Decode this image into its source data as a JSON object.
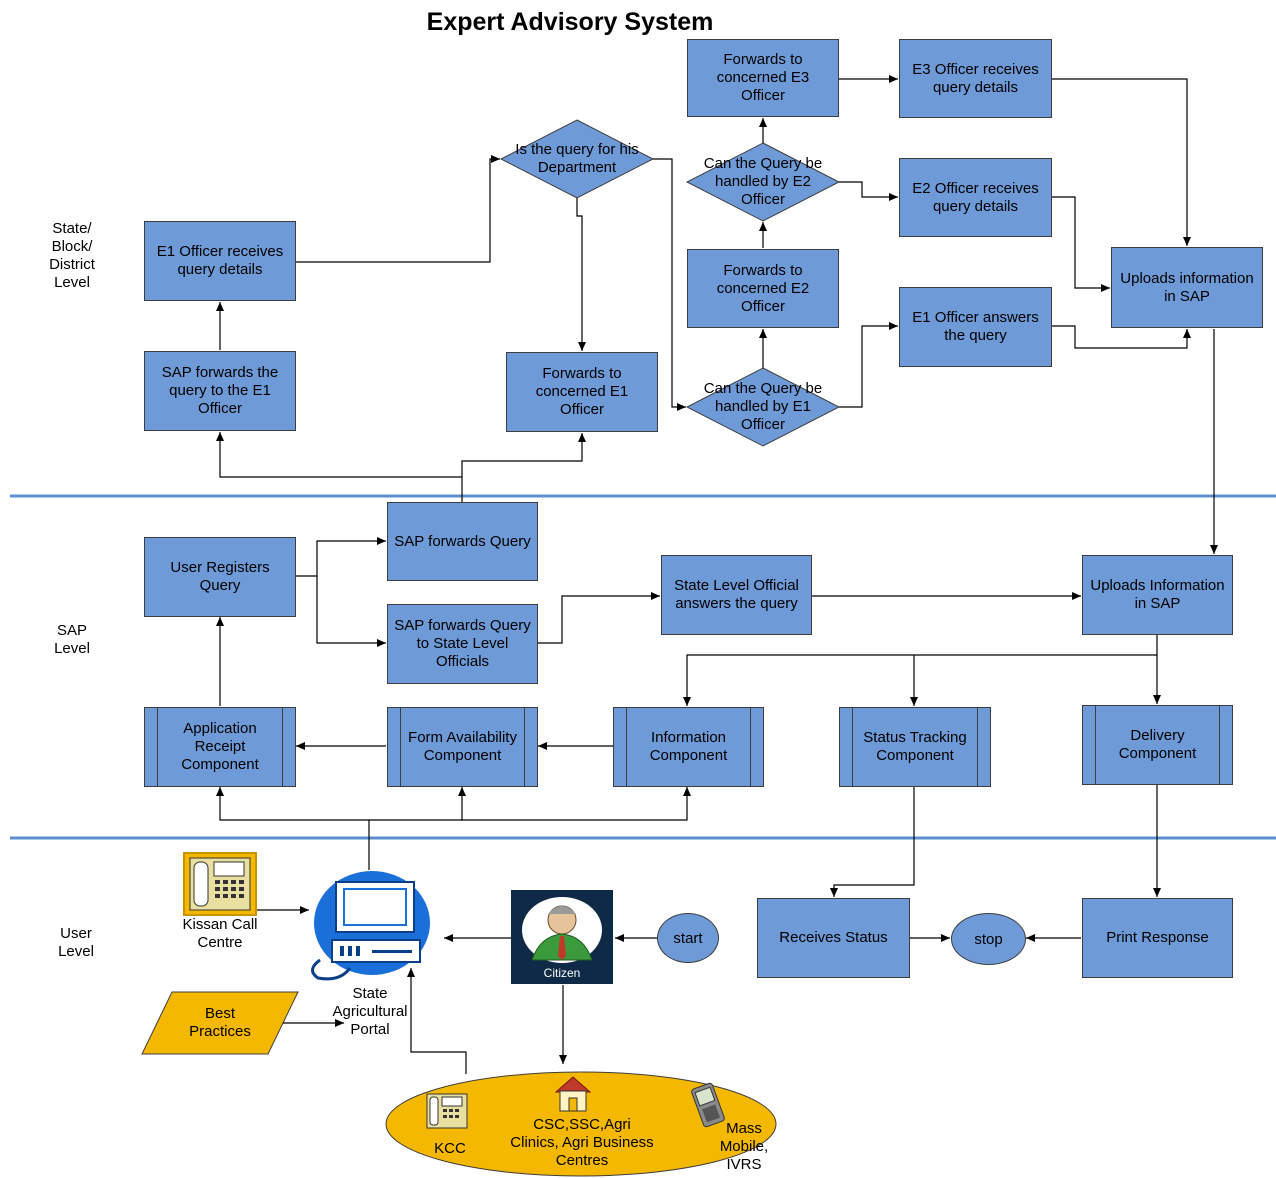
{
  "title": "Expert Advisory System",
  "levels": {
    "state": "State/\nBlock/\nDistrict\nLevel",
    "sap": "SAP\nLevel",
    "user": "User\nLevel"
  },
  "nodes": {
    "e1_receives": "E1 Officer receives query details",
    "sap_forwards_e1": "SAP forwards the query to the E1 Officer",
    "is_query_dept": "Is the query for his Department",
    "forwards_e1": "Forwards to concerned E1 Officer",
    "forwards_e3": "Forwards to concerned E3 Officer",
    "can_e2": "Can the Query be handled by E2 Officer",
    "forwards_e2": "Forwards to concerned E2 Officer",
    "can_e1": "Can the Query be handled by E1 Officer",
    "e3_receives": "E3 Officer receives query details",
    "e2_receives": "E2 Officer receives query details",
    "e1_answers": "E1 Officer answers the query",
    "uploads_top": "Uploads information in SAP",
    "user_registers": "User Registers Query",
    "sap_forwards_query": "SAP forwards Query",
    "sap_forwards_state": "SAP forwards Query to State Level Officials",
    "state_official_answers": "State Level Official answers the query",
    "uploads_sap": "Uploads Information in SAP",
    "app_receipt": "Application Receipt Component",
    "form_avail": "Form Availability Component",
    "info_comp": "Information Component",
    "status_tracking": "Status Tracking Component",
    "delivery_comp": "Delivery Component",
    "receives_status": "Receives Status",
    "print_response": "Print Response",
    "start": "start",
    "stop": "stop",
    "citizen": "Citizen",
    "kissan": "Kissan Call Centre",
    "portal": "State Agricultural Portal",
    "best_practices": "Best Practices",
    "kcc": "KCC",
    "csc": "CSC,SSC,Agri Clinics, Agri Business Centres",
    "mass_mobile": "Mass Mobile, IVRS"
  },
  "colors": {
    "box_fill": "#6f9ad8",
    "divider": "#5b8fcf",
    "accent_yellow": "#f5b800",
    "citizen_bg": "#0e2a47"
  },
  "icons": [
    "telephone-icon",
    "computer-icon",
    "citizen-icon",
    "house-icon",
    "mobile-phone-icon"
  ]
}
